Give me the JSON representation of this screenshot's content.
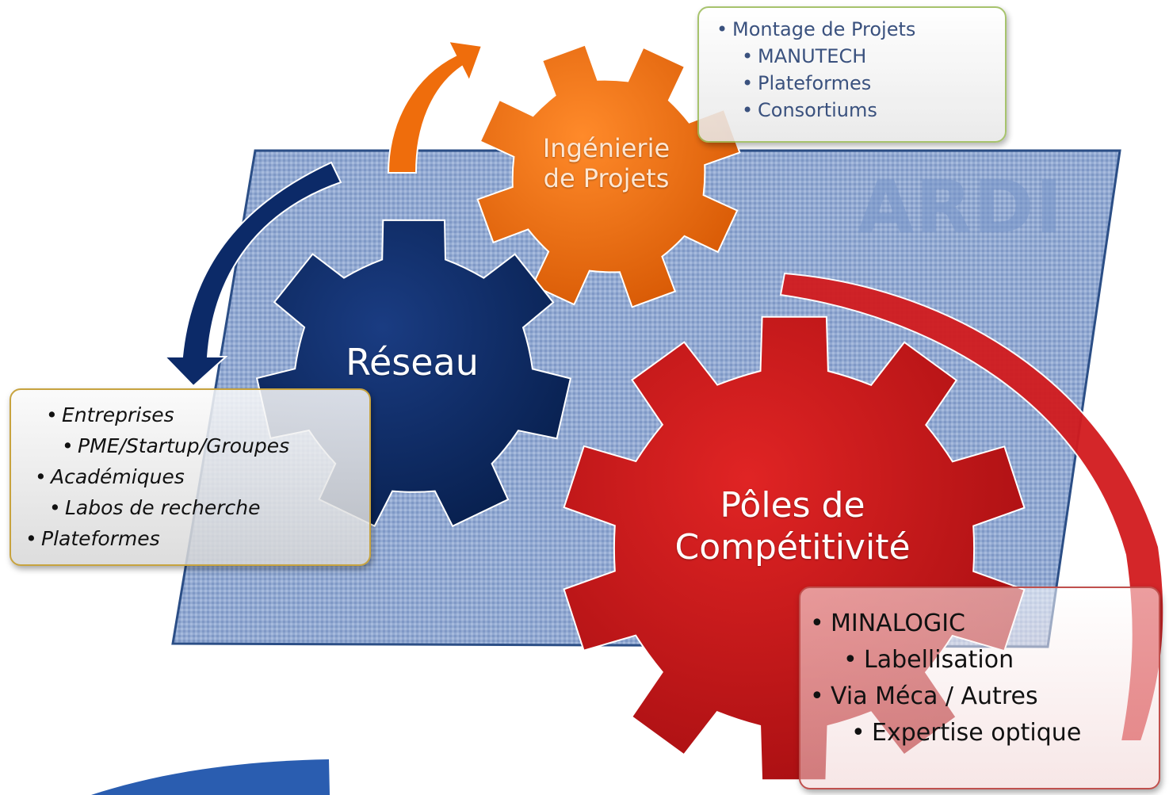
{
  "colors": {
    "panel": "#8ea6cf",
    "panel_edge": "#2b4e86",
    "engineering": "#ef6d0c",
    "network": "#0c2a68",
    "poles": "#c8161a"
  },
  "watermark": "ARDI",
  "gears": {
    "engineering": {
      "label_line1": "Ingénierie",
      "label_line2": "de Projets"
    },
    "network": {
      "label": "Réseau"
    },
    "poles": {
      "label_line1": "Pôles de",
      "label_line2": "Compétitivité"
    }
  },
  "boxes": {
    "engineering": {
      "items": [
        {
          "bullet": "•",
          "text": "Montage de Projets"
        },
        {
          "bullet": "•",
          "text": "MANUTECH"
        },
        {
          "bullet": "•",
          "text": "Plateformes"
        },
        {
          "bullet": "•",
          "text": "Consortiums"
        }
      ]
    },
    "network": {
      "items": [
        {
          "bullet": "•",
          "text": "Entreprises"
        },
        {
          "bullet": "•",
          "text": "PME/Startup/Groupes"
        },
        {
          "bullet": "•",
          "text": "Académiques"
        },
        {
          "bullet": "•",
          "text": "Labos de recherche"
        },
        {
          "bullet": "•",
          "text": "Plateformes"
        }
      ]
    },
    "poles": {
      "items": [
        {
          "bullet": "•",
          "text": "MINALOGIC"
        },
        {
          "bullet": "•",
          "text": "Labellisation"
        },
        {
          "bullet": "•",
          "text": "Via Méca / Autres"
        },
        {
          "bullet": "•",
          "text": "Expertise optique"
        }
      ]
    }
  }
}
